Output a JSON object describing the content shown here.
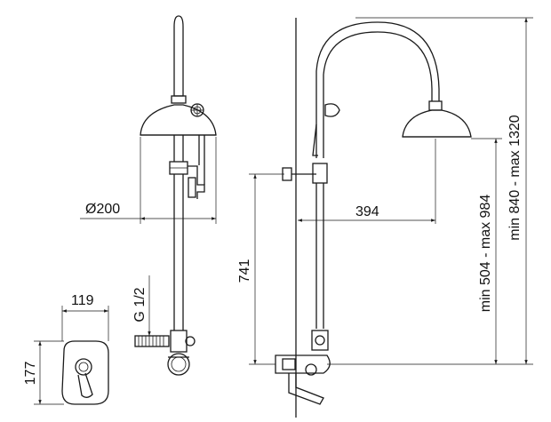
{
  "dimensions": {
    "head_diameter": "Ø200",
    "reach": "394",
    "outlet_height": "741",
    "connection": "G 1/2",
    "plate_width": "119",
    "plate_height": "177",
    "range_lower": "min 504 - max 984",
    "range_upper": "min 840 - max 1320"
  }
}
